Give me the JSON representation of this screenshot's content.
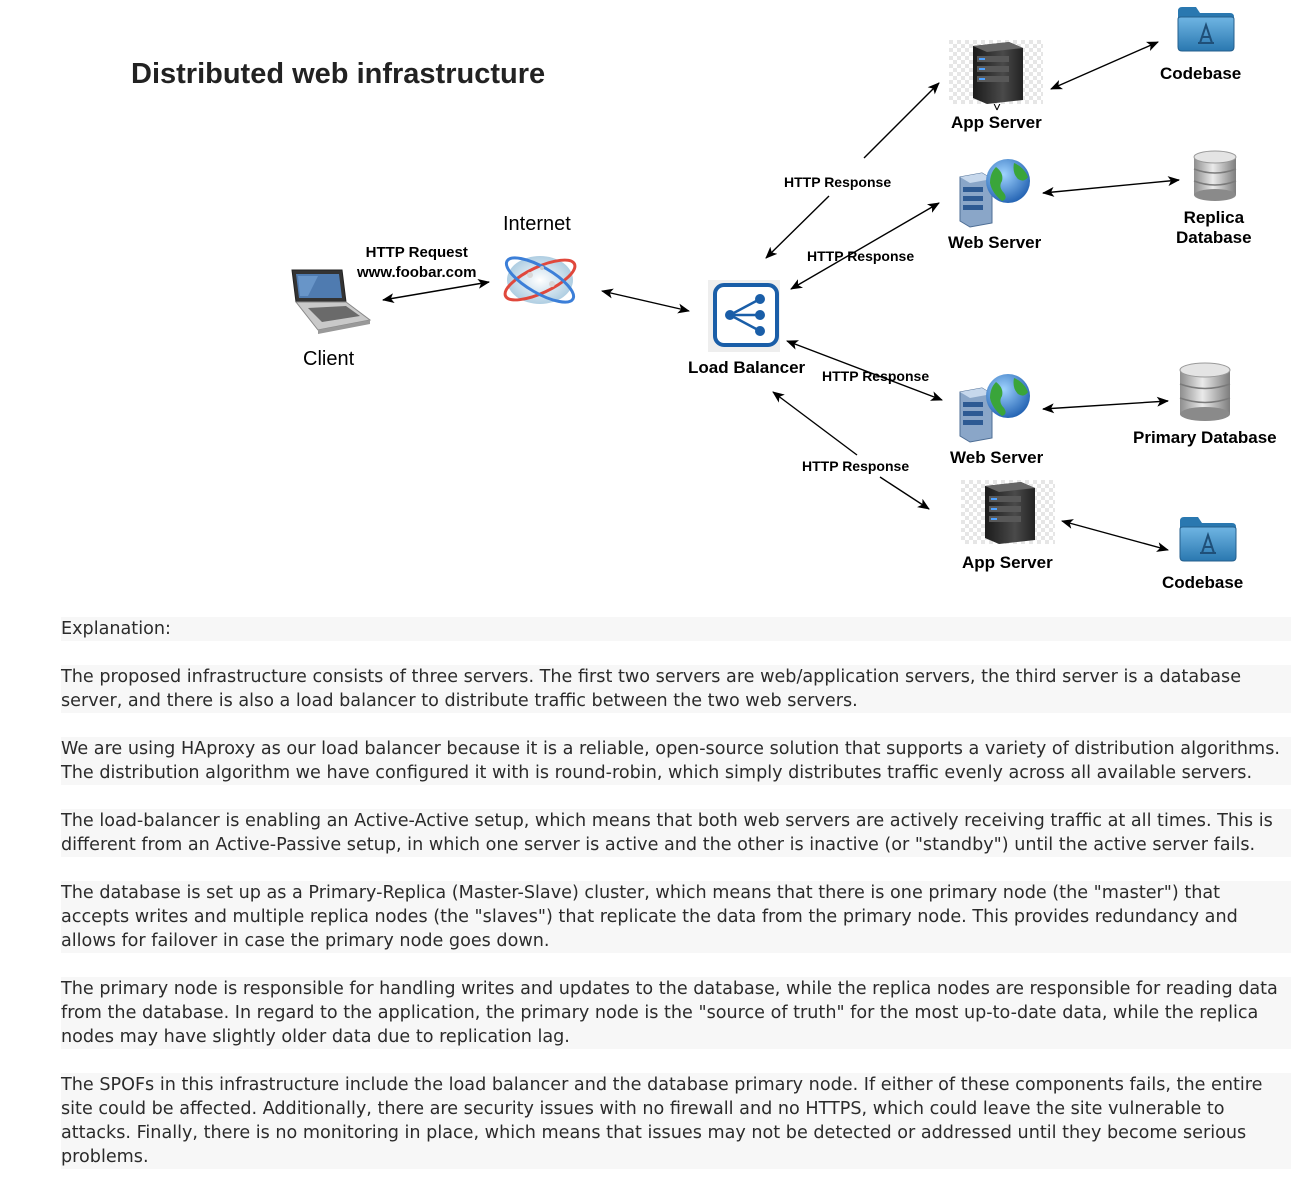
{
  "title": "Distributed web infrastructure",
  "nodes": {
    "client": "Client",
    "internet": "Internet",
    "load_balancer": "Load Balancer",
    "app_server_top": "App Server",
    "codebase_top": "Codebase",
    "web_server_top": "Web Server",
    "replica_db": "Replica\nDatabase",
    "web_server_bottom": "Web Server",
    "primary_db": "Primary Database",
    "app_server_bottom": "App Server",
    "codebase_bottom": "Codebase"
  },
  "edges": {
    "client_internet": "HTTP Request\nwww.foobar.com",
    "lb_app_top": "HTTP Response",
    "lb_web_top": "HTTP Response",
    "lb_web_bottom": "HTTP Response",
    "lb_app_bottom": "HTTP Response"
  },
  "explanation": {
    "heading": "Explanation:",
    "paragraphs": [
      "The proposed infrastructure consists of three servers. The first two servers are web/application servers, the third server is a database server, and there is also a load balancer to distribute traffic between the two web servers.",
      "We are using HAproxy as our load balancer because it is a reliable, open-source solution that supports a variety of distribution algorithms. The distribution algorithm we have configured it with is round-robin, which simply distributes traffic evenly across all available servers.",
      "The load-balancer is enabling an Active-Active setup, which means that both web servers are actively receiving traffic at all times. This is different from an Active-Passive setup, in which one server is active and the other is inactive (or \"standby\") until the active server fails.",
      "The database is set up as a Primary-Replica (Master-Slave) cluster, which means that there is one primary node (the \"master\") that accepts writes and multiple replica nodes (the \"slaves\") that replicate the data from the primary node. This provides redundancy and allows for failover in case the primary node goes down.",
      "The primary node is responsible for handling writes and updates to the database, while the replica nodes are responsible for reading data from the database. In regard to the application, the primary node is the \"source of truth\" for the most up-to-date data, while the replica nodes may have slightly older data due to replication lag.",
      "The SPOFs in this infrastructure include the load balancer and the database primary node. If either of these components fails, the entire site could be affected. Additionally, there are security issues with no firewall and no HTTPS, which could leave the site vulnerable to attacks. Finally, there is no monitoring in place, which means that issues may not be detected or addressed until they become serious problems."
    ]
  },
  "colors": {
    "lb_blue": "#1a5ea8",
    "folder_blue": "#3e8fc4",
    "server_dark": "#2a2a2a",
    "db_gray": "#b8b8b8",
    "globe_green": "#3aa53a"
  },
  "icons": {
    "client": "laptop-icon",
    "internet": "cloud-network-icon",
    "load_balancer": "load-balancer-icon",
    "app_server": "server-tower-icon",
    "web_server": "web-server-globe-icon",
    "database": "database-cylinder-icon",
    "codebase": "folder-app-icon"
  }
}
